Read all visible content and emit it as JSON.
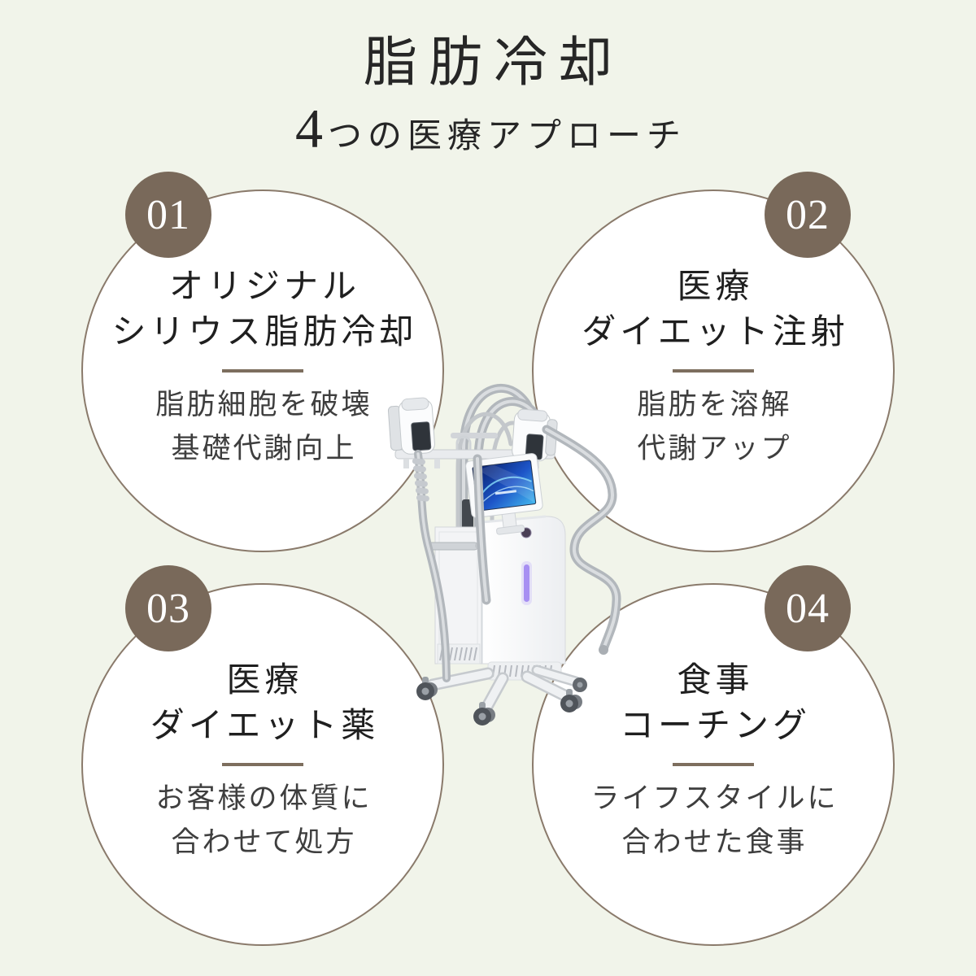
{
  "header": {
    "title": "脂肪冷却",
    "subtitle_number": "4",
    "subtitle_rest": "つの医療アプローチ"
  },
  "features": [
    {
      "number": "01",
      "title_line1": "オリジナル",
      "title_line2": "シリウス脂肪冷却",
      "desc_line1": "脂肪細胞を破壊",
      "desc_line2": "基礎代謝向上"
    },
    {
      "number": "02",
      "title_line1": "医療",
      "title_line2": "ダイエット注射",
      "desc_line1": "脂肪を溶解",
      "desc_line2": "代謝アップ"
    },
    {
      "number": "03",
      "title_line1": "医療",
      "title_line2": "ダイエット薬",
      "desc_line1": "お客様の体質に",
      "desc_line2": "合わせて処方"
    },
    {
      "number": "04",
      "title_line1": "食事",
      "title_line2": "コーチング",
      "desc_line1": "ライフスタイルに",
      "desc_line2": "合わせた食事"
    }
  ],
  "machine": {
    "icon": "cryolipolysis-machine-illustration"
  },
  "colors": {
    "background": "#f1f4ea",
    "circle_fill": "#ffffff",
    "circle_border": "#8a7a6b",
    "badge_brown": "#79695a",
    "divider_brown": "#7d6e5e",
    "title_text": "#262626",
    "desc_text": "#3e3e3e",
    "machine_screen_blue": "#1d55c8",
    "machine_led_purple": "#a78ff2"
  }
}
